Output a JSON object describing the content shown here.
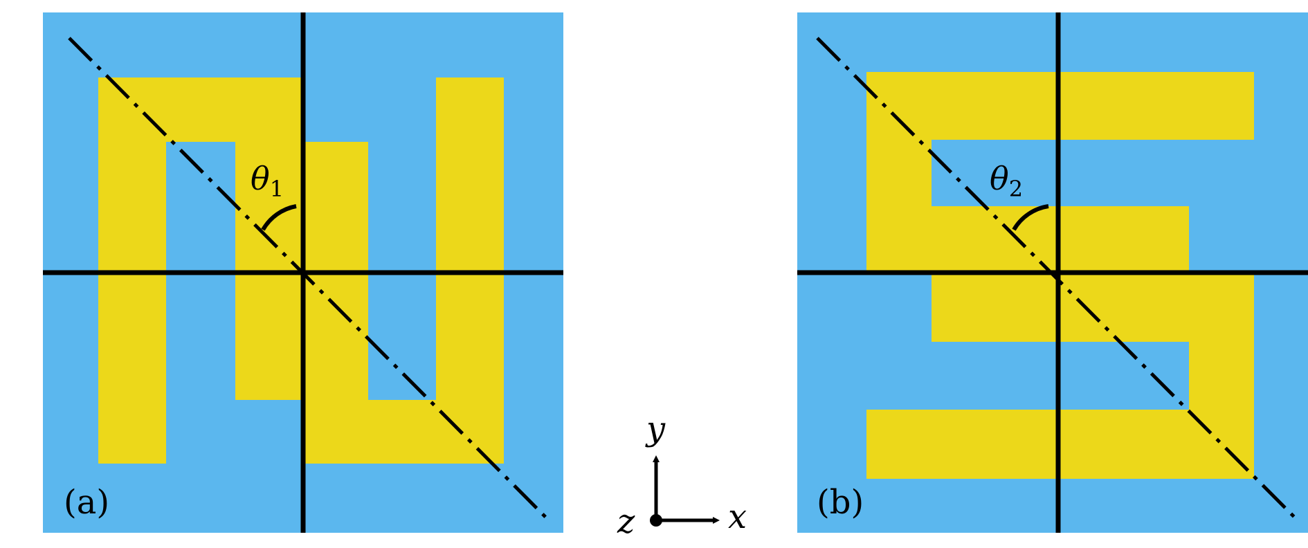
{
  "colors": {
    "substrate": "#5bb7ee",
    "metal": "#ecd81a",
    "line": "#000000",
    "background": "#ffffff"
  },
  "panel_a": {
    "label": "(a)",
    "angle_symbol": "θ",
    "angle_subscript": "1"
  },
  "panel_b": {
    "label": "(b)",
    "angle_symbol": "θ",
    "angle_subscript": "2"
  },
  "axes": {
    "x_label": "x",
    "y_label": "y",
    "z_label": "z"
  }
}
